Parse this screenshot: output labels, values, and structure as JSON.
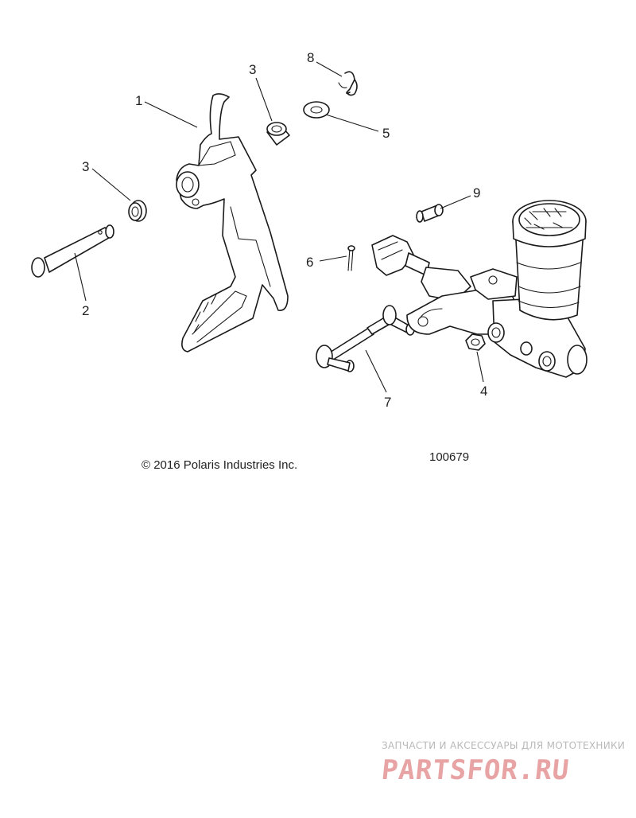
{
  "diagram": {
    "callouts": {
      "c1": "1",
      "c2": "2",
      "c3a": "3",
      "c3b": "3",
      "c4": "4",
      "c5": "5",
      "c6": "6",
      "c7": "7",
      "c8": "8",
      "c9": "9"
    },
    "copyright": "© 2016 Polaris Industries Inc.",
    "figure_id": "100679"
  },
  "watermark": {
    "tagline": "ЗАПЧАСТИ И АКСЕССУАРЫ ДЛЯ МОТОТЕХНИКИ",
    "logo": "PARTSFOR.RU",
    "colors": {
      "tagline": "#b9b9b9",
      "logo": "#e8a4a4"
    }
  }
}
